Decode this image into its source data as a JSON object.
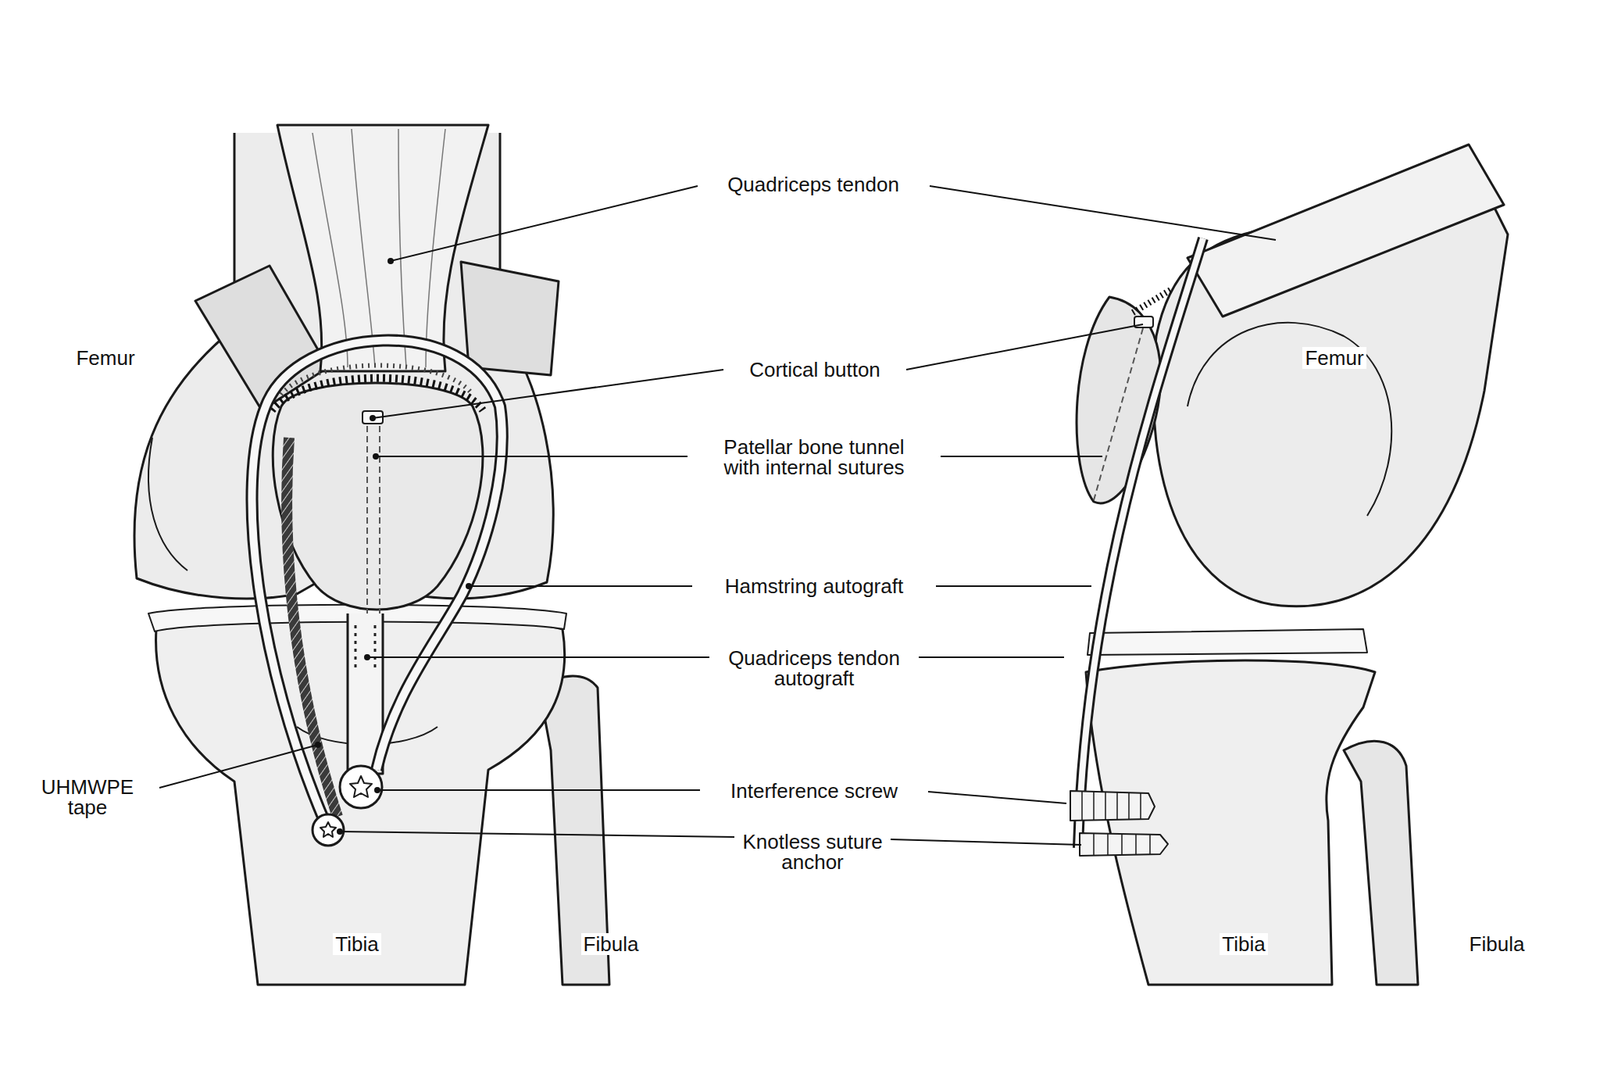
{
  "diagram": {
    "labels": [
      "Quadriceps tendon",
      "Femur",
      "Femur",
      "Cortical button",
      "Patellar bone tunnel with internal sutures",
      "Hamstring autograft",
      "Quadriceps tendon autograft",
      "Interference screw",
      "Knotless suture anchor",
      "UHMWPE tape",
      "Tibia",
      "Fibula",
      "Tibia",
      "Fibula"
    ]
  }
}
